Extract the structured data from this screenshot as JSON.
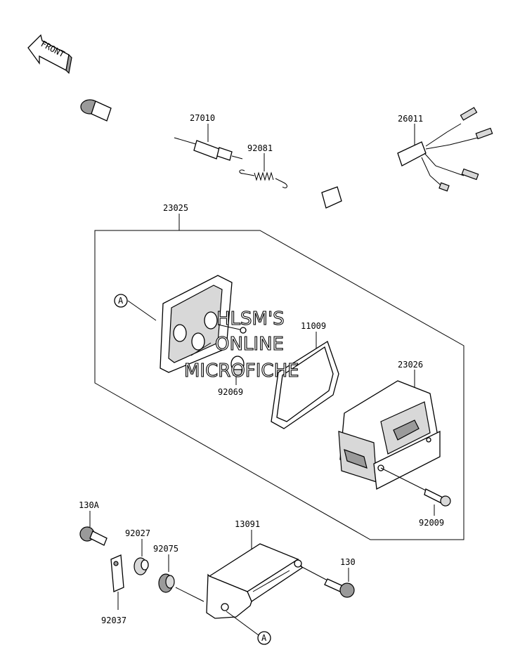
{
  "front_arrow": {
    "label": "FRONT"
  },
  "callout_refs": {
    "a_top": "A",
    "a_bottom": "A"
  },
  "watermark": {
    "line1": "HLSM'S",
    "line2": "ONLINE",
    "line3": "MICROFICHE"
  },
  "parts": {
    "p27010": "27010",
    "p92081": "92081",
    "p26011": "26011",
    "p23025": "23025",
    "p11009": "11009",
    "p92069": "92069",
    "p23026": "23026",
    "p92009": "92009",
    "p130A": "130A",
    "p92027": "92027",
    "p92075": "92075",
    "p13091": "13091",
    "p130": "130",
    "p92037": "92037"
  }
}
